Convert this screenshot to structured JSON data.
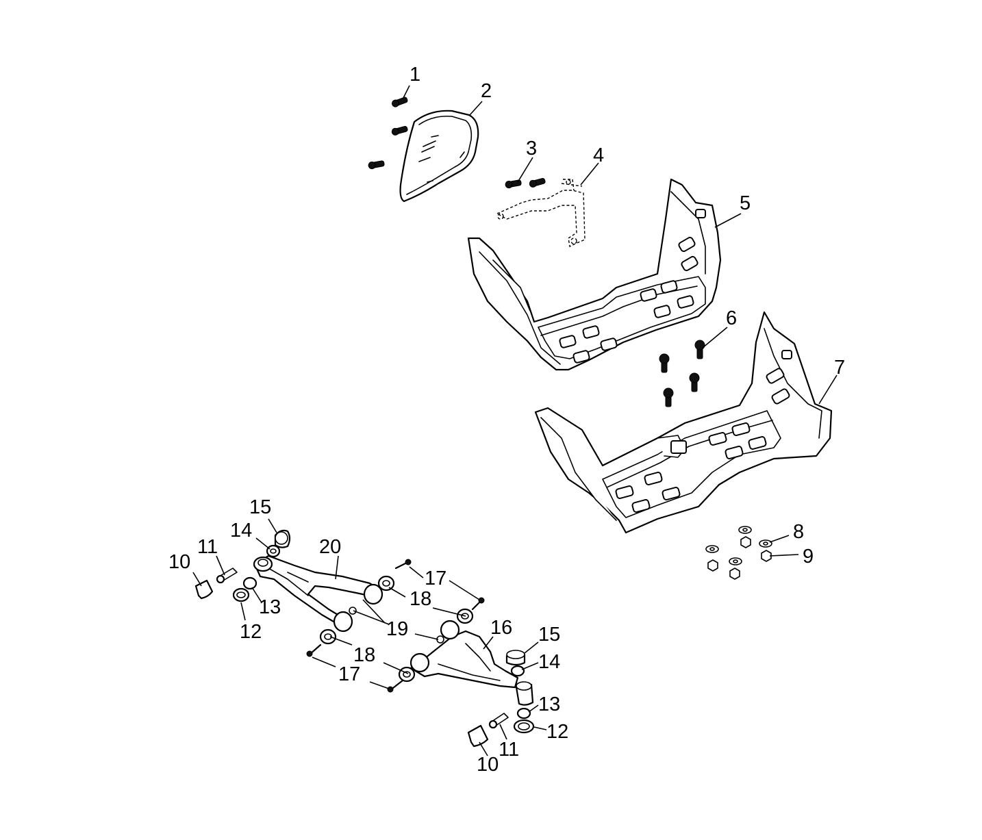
{
  "callouts": [
    {
      "id": "c1",
      "label": "1"
    },
    {
      "id": "c2",
      "label": "2"
    },
    {
      "id": "c3",
      "label": "3"
    },
    {
      "id": "c4",
      "label": "4"
    },
    {
      "id": "c5",
      "label": "5"
    },
    {
      "id": "c6",
      "label": "6"
    },
    {
      "id": "c7",
      "label": "7"
    },
    {
      "id": "c8",
      "label": "8"
    },
    {
      "id": "c9",
      "label": "9"
    },
    {
      "id": "c10a",
      "label": "10"
    },
    {
      "id": "c11a",
      "label": "11"
    },
    {
      "id": "c12a",
      "label": "12"
    },
    {
      "id": "c13a",
      "label": "13"
    },
    {
      "id": "c14a",
      "label": "14"
    },
    {
      "id": "c15a",
      "label": "15"
    },
    {
      "id": "c20",
      "label": "20"
    },
    {
      "id": "c17a",
      "label": "17"
    },
    {
      "id": "c18a",
      "label": "18"
    },
    {
      "id": "c19",
      "label": "19"
    },
    {
      "id": "c16",
      "label": "16"
    },
    {
      "id": "c15b",
      "label": "15"
    },
    {
      "id": "c14b",
      "label": "14"
    },
    {
      "id": "c18b",
      "label": "18"
    },
    {
      "id": "c17b",
      "label": "17"
    },
    {
      "id": "c13b",
      "label": "13"
    },
    {
      "id": "c12b",
      "label": "12"
    },
    {
      "id": "c11b",
      "label": "11"
    },
    {
      "id": "c10b",
      "label": "10"
    }
  ]
}
